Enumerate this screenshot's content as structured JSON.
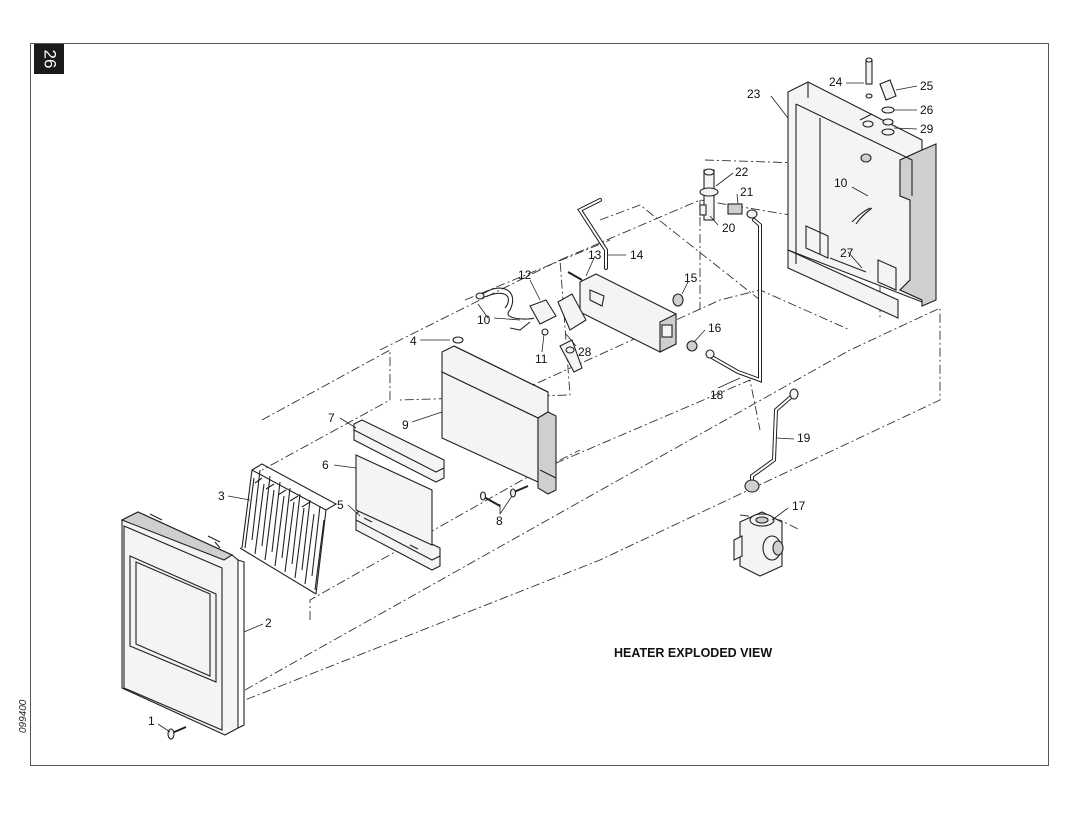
{
  "page_number": "26",
  "figure_code": "099400",
  "caption": "HEATER EXPLODED VIEW",
  "callouts": [
    "1",
    "2",
    "3",
    "4",
    "5",
    "6",
    "7",
    "8",
    "9",
    "10",
    "10",
    "11",
    "12",
    "13",
    "14",
    "15",
    "16",
    "17",
    "18",
    "19",
    "20",
    "21",
    "22",
    "23",
    "24",
    "25",
    "26",
    "27",
    "28",
    "29"
  ]
}
